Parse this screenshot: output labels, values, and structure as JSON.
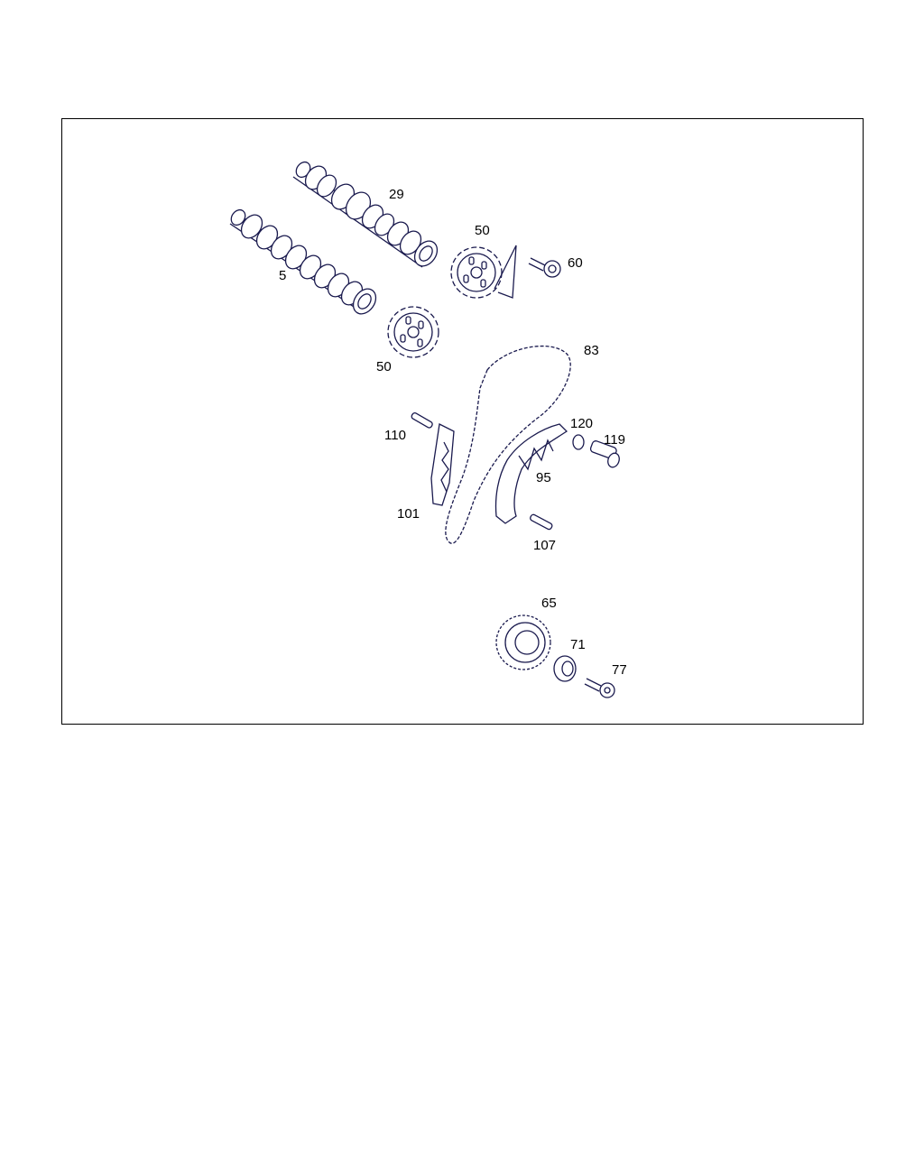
{
  "colors": {
    "frame": "#000000",
    "line_art": "#1a1a4e",
    "background": "#ffffff"
  },
  "callouts": {
    "c29": "29",
    "c5": "5",
    "c50a": "50",
    "c60": "60",
    "c50b": "50",
    "c83": "83",
    "c110": "110",
    "c120": "120",
    "c119": "119",
    "c95": "95",
    "c101": "101",
    "c107": "107",
    "c65": "65",
    "c71": "71",
    "c77": "77"
  }
}
